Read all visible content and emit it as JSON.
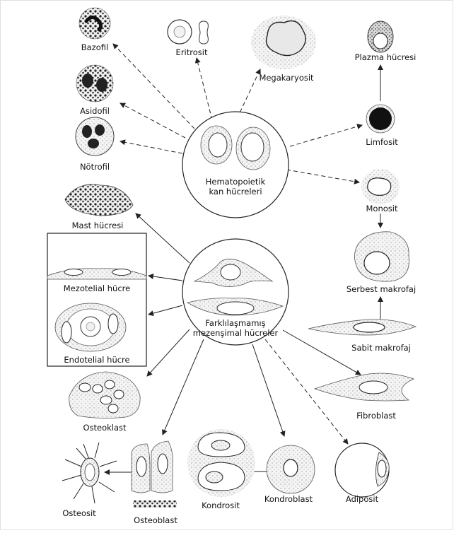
{
  "center_top": {
    "line1": "Hematopoietik",
    "line2": "kan hücreleri"
  },
  "center_bottom": {
    "line1": "Farklılaşmamış",
    "line2": "mezenşimal hücreler"
  },
  "labels": {
    "bazofil": "Bazofil",
    "eritrosit": "Eritrosit",
    "megakaryosit": "Megakaryosit",
    "plazma": "Plazma hücresi",
    "asidofil": "Asidofil",
    "notrofil": "Nötrofil",
    "limfosit": "Limfosit",
    "monosit": "Monosit",
    "mast": "Mast hücresi",
    "mezotelial": "Mezotelial hücre",
    "endotelial": "Endotelial hücre",
    "serbest": "Serbest makrofaj",
    "sabit": "Sabit makrofaj",
    "osteoklast": "Osteoklast",
    "fibroblast": "Fibroblast",
    "osteosit": "Osteosit",
    "osteoblast": "Osteoblast",
    "kondrosit": "Kondrosit",
    "kondroblast": "Kondroblast",
    "adiposit": "Adiposit"
  }
}
